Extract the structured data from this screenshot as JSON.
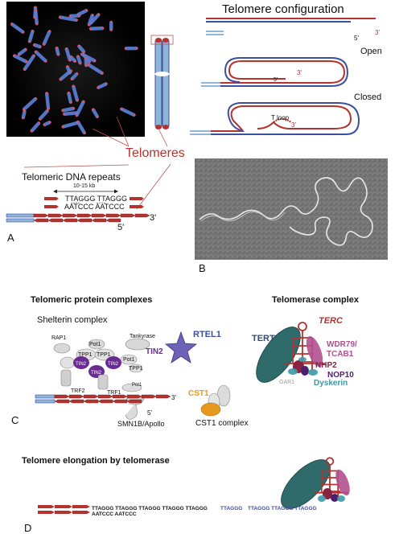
{
  "colors": {
    "telomere_red": "#b5322f",
    "strand_blue": "#3d4fa3",
    "light_blue": "#8fb6d9",
    "tin2_purple": "#6a2c91",
    "cst1_orange": "#e59a1d",
    "rtel1_purple": "#6c62b8",
    "tert_teal": "#2e6b6a",
    "terc_red": "#b5322f",
    "wdr79_pink": "#b0508f",
    "nhp2_maroon": "#8a2340",
    "nop10_purple": "#4b1f6e",
    "dyskerin_teal": "#3d9aa6",
    "gar1_gray": "#9a9a9a"
  },
  "panel_a": {
    "label": "A",
    "telomeres_label": "Telomeres",
    "repeats_title": "Telomeric DNA repeats",
    "length_label": "10-15 kb",
    "seq_top": "TTAGGG TTAGGG",
    "seq_bottom": "AATCCC AATCCC",
    "end_3": "3'",
    "end_5": "5'"
  },
  "panel_b": {
    "label": "B",
    "title": "Telomere configuration",
    "end_3_top": "3'",
    "end_5_top": "5'",
    "open_label": "Open",
    "loop_5": "5'",
    "loop_3": "3'",
    "closed_label": "Closed",
    "tloop_label": "T loop",
    "tloop_3": "3'"
  },
  "panel_c": {
    "label": "C",
    "protein_title": "Telomeric protein complexes",
    "shelterin_title": "Shelterin complex",
    "proteins": {
      "rap1": "RAP1",
      "pot1_a": "Pot1",
      "pot1_b": "Pot1",
      "tpp1_a": "TPP1",
      "tpp1_b": "TPP1",
      "tpp1_c": "TPP1",
      "tankyrase": "Tankyrase",
      "tin2_a": "TIN2",
      "tin2_b": "TIN2",
      "tin2_c": "TIN2",
      "tin2_label": "TIN2",
      "trf2": "TRF2",
      "trf1": "TRF1",
      "pot1_c": "Pot1"
    },
    "rtel1": "RTEL1",
    "cst1": "CST1",
    "cst1_complex": "CST1 complex",
    "end_3": "3'",
    "end_5": "5'",
    "smn1b": "SMN1B/Apollo",
    "telomerase_title": "Telomerase complex",
    "tert": "TERT",
    "terc": "TERC",
    "wdr79_line1": "WDR79/",
    "wdr79_line2": "TCAB1",
    "nhp2": "NHP2",
    "nop10": "NOP10",
    "gar1": "GAR1",
    "dyskerin": "Dyskerin"
  },
  "panel_d": {
    "label": "D",
    "title": "Telomere elongation by telomerase",
    "seq_black": "TTAGGG TTAGGG TTAGGG TTAGGG TTAGGG",
    "seq_blue_1": "TTAGGG",
    "seq_blue_2": "TTAGGG TTAGGG TTAGGG",
    "seq_bottom": "AATCCC AATCCC"
  }
}
